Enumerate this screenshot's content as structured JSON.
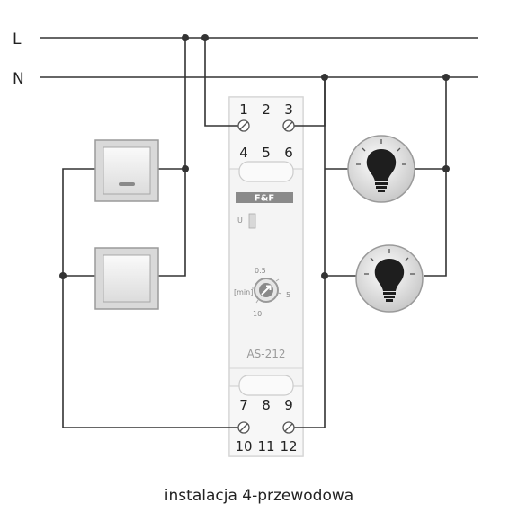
{
  "lines": {
    "live": "L",
    "neutral": "N"
  },
  "module": {
    "brand": "F&F",
    "terminals_top_row1": [
      "1",
      "2",
      "3"
    ],
    "terminals_top_row2": [
      "4",
      "5",
      "6"
    ],
    "terminals_bottom_row1": [
      "7",
      "8",
      "9"
    ],
    "terminals_bottom_row2": [
      "10",
      "11",
      "12"
    ],
    "u_label": "U",
    "dial": {
      "top": "0.5",
      "left": "[min]",
      "right": "5",
      "bottom": "10"
    },
    "model": "AS-212"
  },
  "caption": "instalacja 4-przewodowa",
  "colors": {
    "wire": "#333333",
    "module_body": "#f3f3f3",
    "module_border": "#d2d2d2"
  },
  "icons": [
    "push-button-icon",
    "push-button-icon",
    "light-bulb-icon",
    "light-bulb-icon",
    "timer-dial-icon"
  ]
}
